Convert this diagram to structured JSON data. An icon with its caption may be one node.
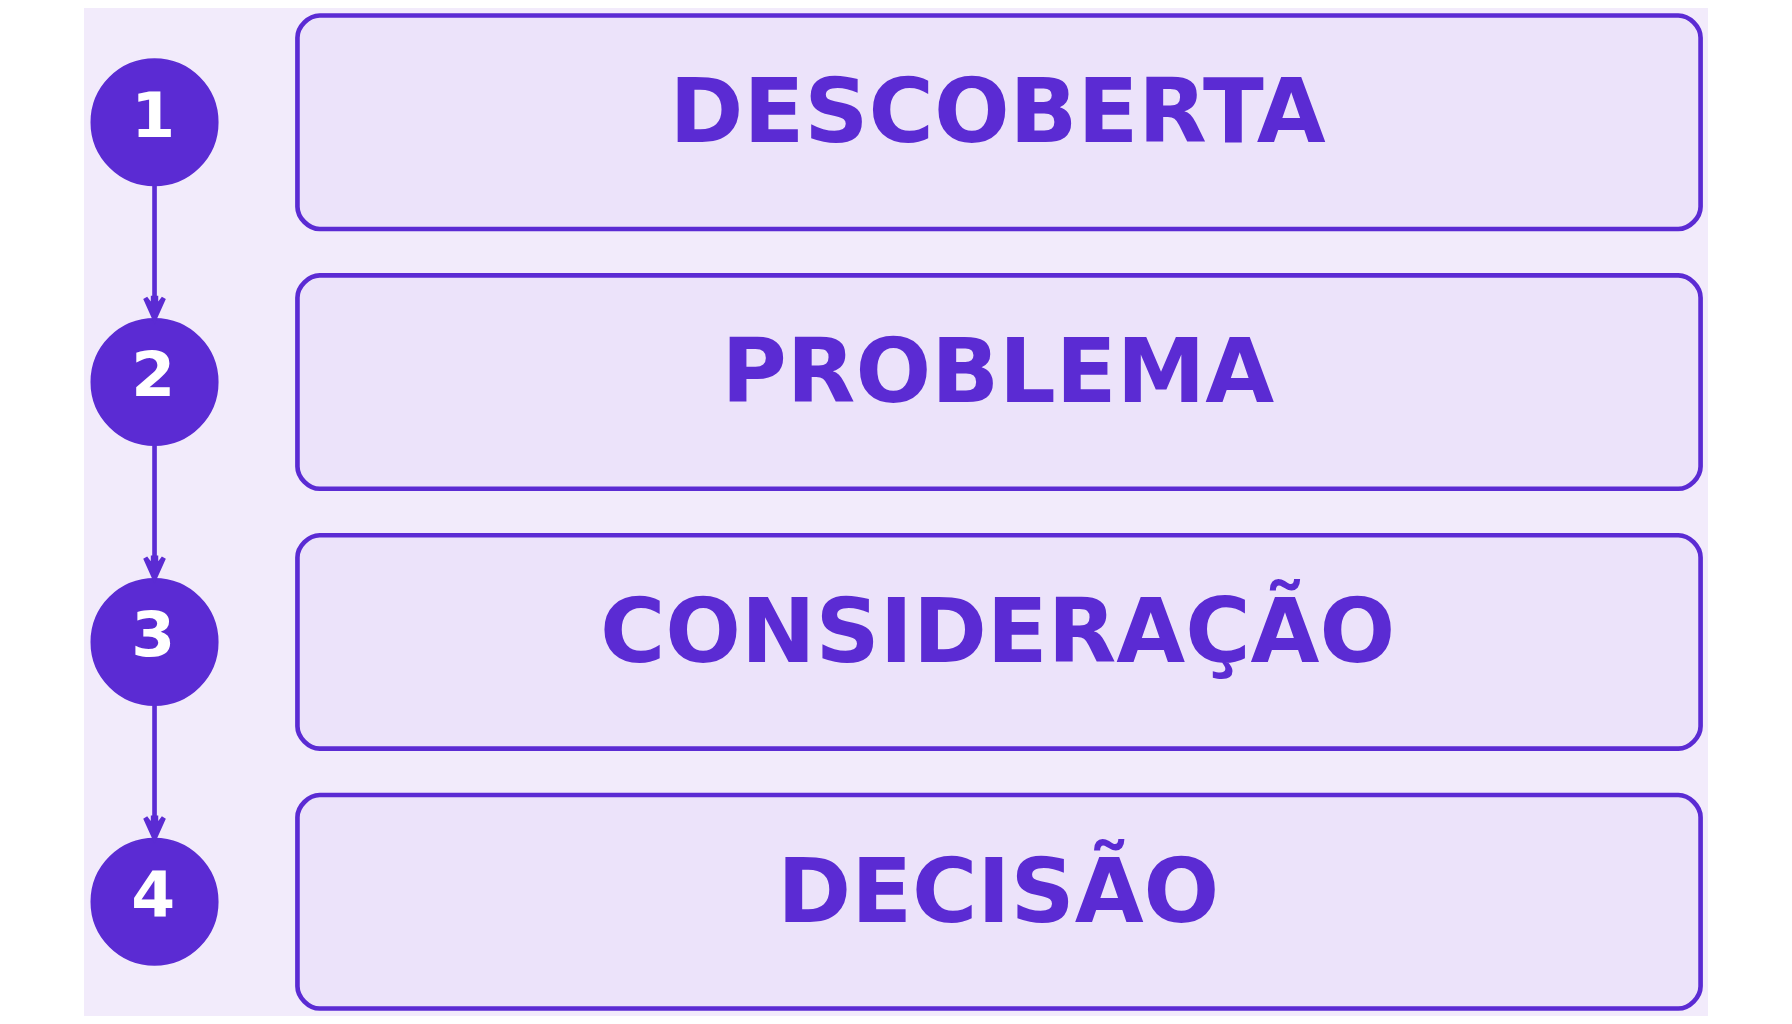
{
  "diagram": {
    "nodes": [
      {
        "text": [
          "1"
        ]
      },
      {
        "text": [
          "DESCOBERTA"
        ]
      },
      {
        "text": [
          "2"
        ]
      },
      {
        "text": [
          "PROBLEMA"
        ]
      },
      {
        "text": [
          "3"
        ]
      },
      {
        "text": [
          "CONSIDERAÇÃO"
        ]
      },
      {
        "text": [
          "4"
        ]
      },
      {
        "text": [
          "DECISÃO"
        ]
      }
    ],
    "edges": [
      {
        "from": 0,
        "to": 2,
        "arrow": "to"
      },
      {
        "from": 2,
        "to": 4,
        "arrow": "to"
      },
      {
        "from": 4,
        "to": 6,
        "arrow": "to"
      }
    ]
  }
}
